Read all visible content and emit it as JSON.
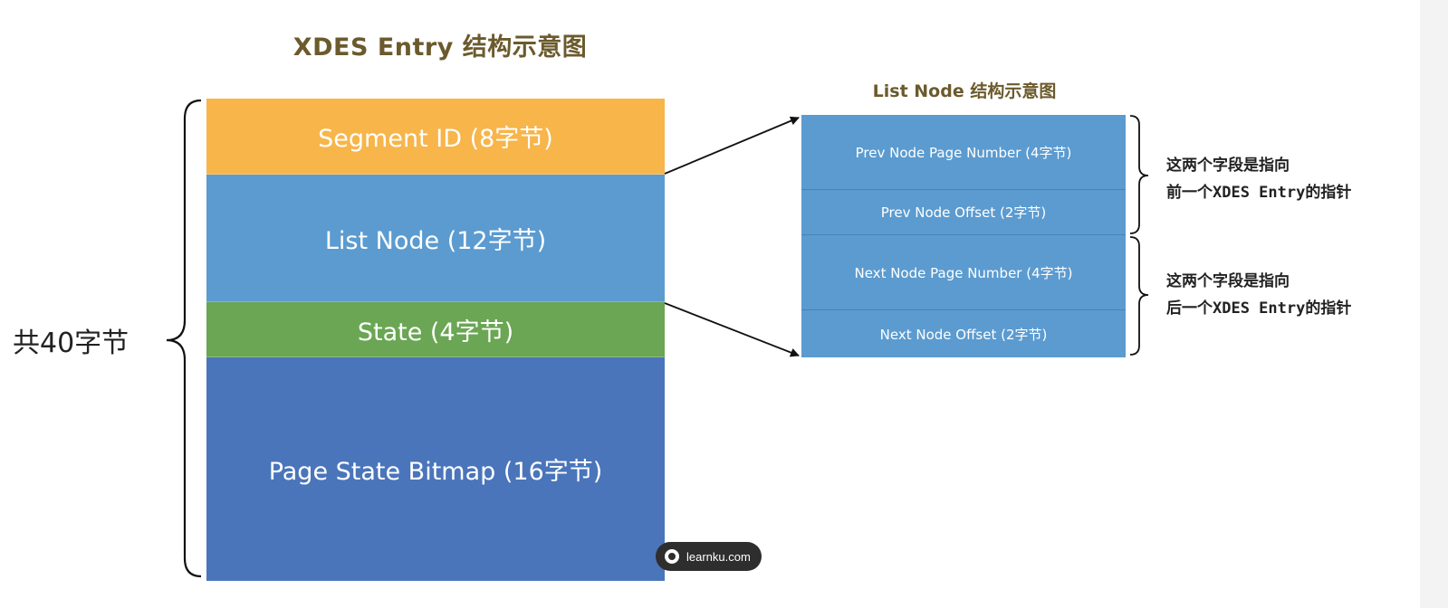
{
  "title": "XDES Entry 结构示意图",
  "list_node_title": "List Node 结构示意图",
  "total_label": "共40字节",
  "xdes_fields": {
    "segment_id": "Segment ID (8字节)",
    "list_node": "List Node (12字节)",
    "state": "State (4字节)",
    "page_state_bitmap": "Page State Bitmap (16字节)"
  },
  "list_node_fields": {
    "prev_page": "Prev Node Page Number (4字节)",
    "prev_offset": "Prev Node Offset (2字节)",
    "next_page": "Next Node Page Number (4字节)",
    "next_offset": "Next Node Offset (2字节)"
  },
  "notes": {
    "prev_line1": "这两个字段是指向",
    "prev_line2": "前一个XDES Entry的指针",
    "next_line1": "这两个字段是指向",
    "next_line2": "后一个XDES Entry的指针"
  },
  "watermark": "learnku.com",
  "colors": {
    "title": "#6b5a2c",
    "segment_id": "#f7b54a",
    "list_node": "#5b9bd0",
    "state": "#6aa653",
    "page_state_bitmap": "#4a75bb"
  }
}
